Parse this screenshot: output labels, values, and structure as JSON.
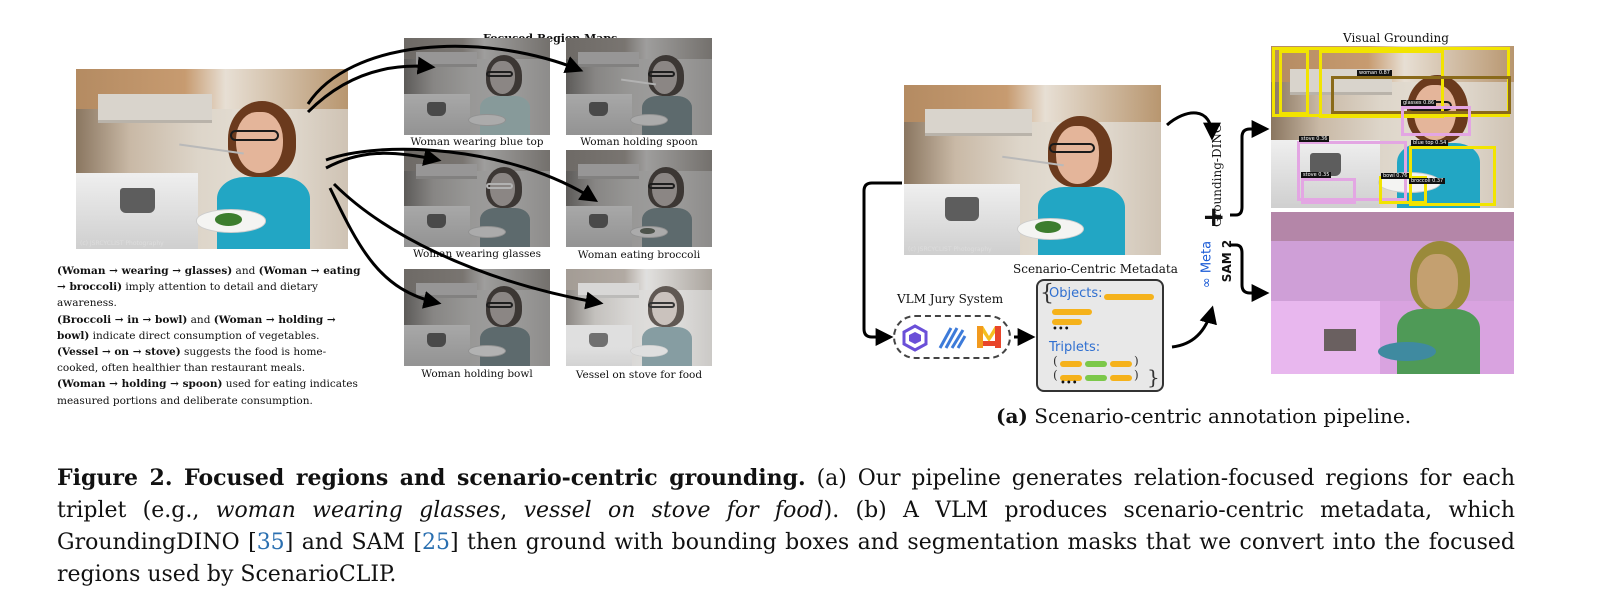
{
  "left_panel": {
    "title": "Focused Region Maps",
    "photo_watermark": "(c) JSRCYCLIST Photography",
    "region_captions": [
      "Woman wearing blue top",
      "Woman holding spoon",
      "Woman wearing glasses",
      "Woman eating broccoli",
      "Woman holding bowl",
      "Vessel on stove for food"
    ],
    "relations": [
      {
        "bold1": "(Woman → wearing → glasses)",
        "mid": " and ",
        "bold2": "(Woman → eating → broccoli)",
        "text": " imply attention to detail and dietary awareness."
      },
      {
        "bold1": "(Broccoli → in → bowl)",
        "mid": " and ",
        "bold2": "(Woman → holding → bowl)",
        "text": " indicate direct consumption of vegetables."
      },
      {
        "bold1": "(Vessel → on → stove)",
        "mid": "",
        "bold2": "",
        "text": " suggests the food is home-cooked, often healthier than restaurant meals."
      },
      {
        "bold1": "(Woman → holding → spoon)",
        "mid": "",
        "bold2": "",
        "text": " used for eating indicates measured portions and deliberate consumption."
      }
    ]
  },
  "right_panel": {
    "vlm_jury_label": "VLM Jury System",
    "metadata_label": "Scenario-Centric Metadata",
    "objects_label": "Objects:",
    "triplets_label": "Triplets:",
    "ellipsis": "•••",
    "grounding_dino_label": "Grounding-DINO",
    "plus": "+",
    "meta_label": "∞ Meta",
    "sam_label": "SAM 2",
    "visual_grounding_label": "Visual Grounding",
    "box_tags": [
      "woman 0.87",
      "glasses 0.86",
      "stove 0.36",
      "blue top 0.54",
      "stove 0.35",
      "bowl 0.76",
      "broccoli 0.37"
    ],
    "subcaption_letter": "(a)",
    "subcaption_text": " Scenario-centric annotation pipeline."
  },
  "figure_caption": {
    "label": "Figure 2.",
    "bold_title": " Focused regions and scenario-centric grounding.",
    "part1": " (a) Our pipeline generates relation-focused regions for each triplet (e.g., ",
    "ex1": "woman wearing glasses",
    "sep": ", ",
    "ex2": "vessel on stove for food",
    "part2": "). (b) A VLM produces scenario-centric metadata, which GroundingDINO [",
    "ref1": "35",
    "part3": "] and SAM [",
    "ref2": "25",
    "part4": "] then ground with bounding boxes and segmentation masks that we convert into the focused regions used by ScenarioCLIP."
  },
  "colors": {
    "pill_yellow": "#f5b21b",
    "pill_green": "#7cc84a",
    "meta_blue": "#2f6fd0",
    "box_yellow": "#f2e400",
    "box_olive": "#8a6a1a",
    "box_pink": "#e3a6e3",
    "mask_pink": "#d9a3e0",
    "mask_olive": "#9a8a3a",
    "mask_green": "#4f9a57",
    "cite_blue": "#2a6fb0"
  }
}
